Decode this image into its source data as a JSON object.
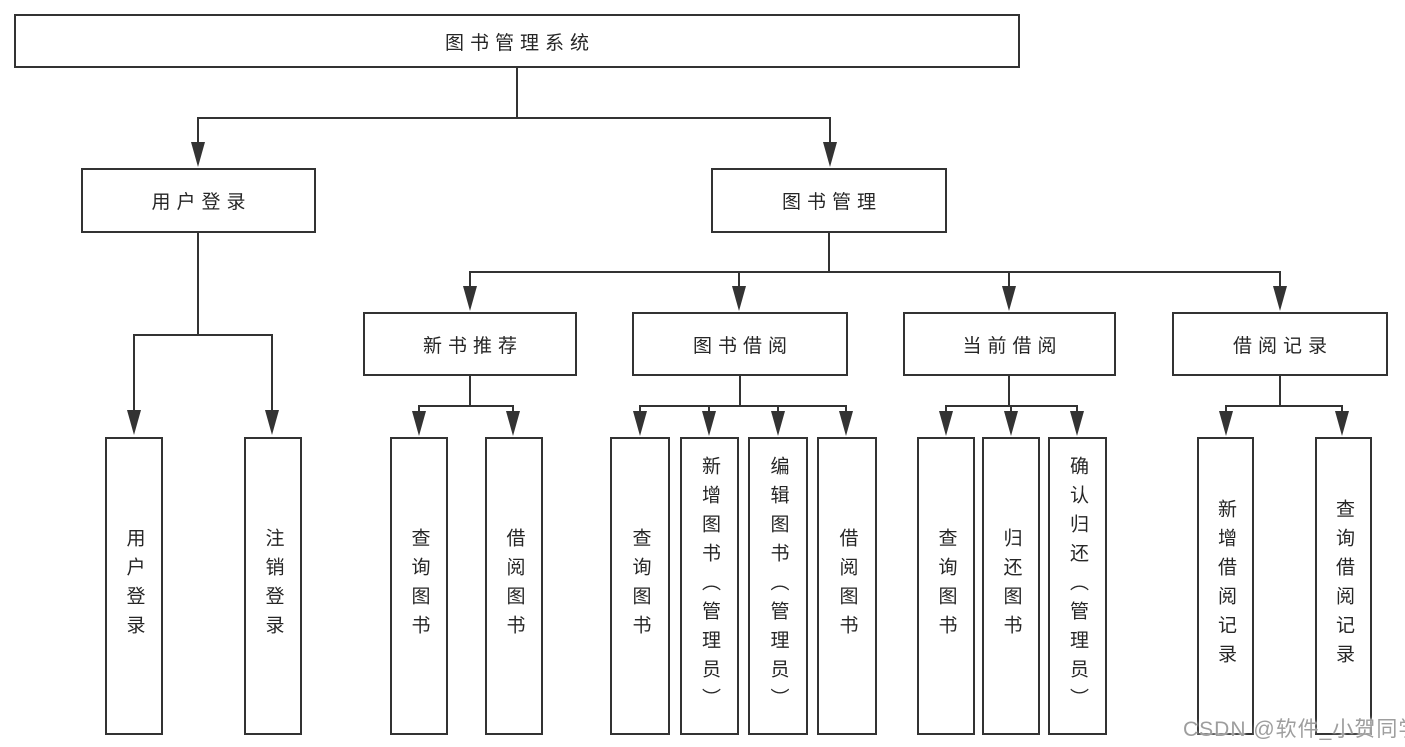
{
  "diagram": {
    "root": {
      "label": "图书管理系统"
    },
    "level2": [
      {
        "id": "user-login",
        "label": "用户登录"
      },
      {
        "id": "book-management",
        "label": "图书管理"
      }
    ],
    "level3": [
      {
        "id": "new-book-recommend",
        "label": "新书推荐"
      },
      {
        "id": "book-borrowing",
        "label": "图书借阅"
      },
      {
        "id": "current-borrowing",
        "label": "当前借阅"
      },
      {
        "id": "borrowing-records",
        "label": "借阅记录"
      }
    ],
    "leaves": [
      {
        "id": "user-login-leaf",
        "label": "用户登录"
      },
      {
        "id": "logout",
        "label": "注销登录"
      },
      {
        "id": "query-books-recommend",
        "label": "查询图书"
      },
      {
        "id": "borrow-books-recommend",
        "label": "借阅图书"
      },
      {
        "id": "query-books-borrowing",
        "label": "查询图书"
      },
      {
        "id": "add-books-admin",
        "label": "新增图书（管理员）"
      },
      {
        "id": "edit-books-admin",
        "label": "编辑图书（管理员）"
      },
      {
        "id": "borrow-books-borrowing",
        "label": "借阅图书"
      },
      {
        "id": "query-books-current",
        "label": "查询图书"
      },
      {
        "id": "return-books",
        "label": "归还图书"
      },
      {
        "id": "confirm-return-admin",
        "label": "确认归还（管理员）"
      },
      {
        "id": "add-borrow-record",
        "label": "新增借阅记录"
      },
      {
        "id": "query-borrow-record",
        "label": "查询借阅记录"
      }
    ],
    "watermark": "CSDN @软件_小贺同学",
    "colors": {
      "line": "#333333",
      "text": "#262626",
      "watermark_text": "#9e9e9e",
      "background": "#ffffff"
    }
  }
}
